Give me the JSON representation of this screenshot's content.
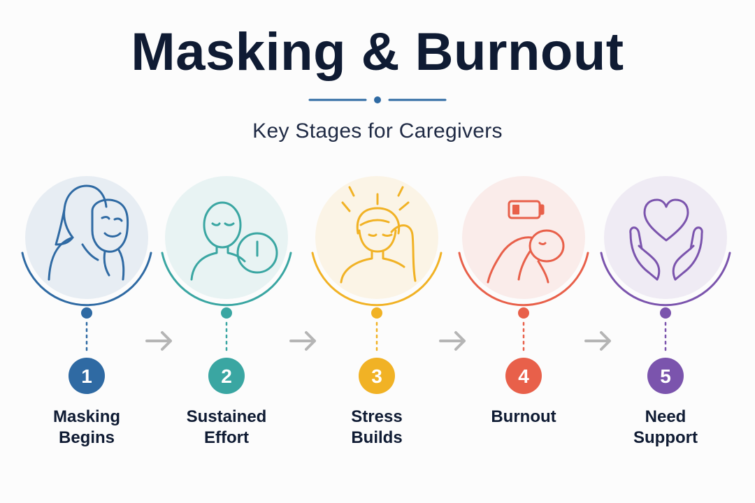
{
  "header": {
    "title": "Masking & Burnout",
    "subtitle": "Key Stages for Caregivers"
  },
  "stages": [
    {
      "number": "1",
      "label_line1": "Masking",
      "label_line2": "Begins",
      "color": "#2f6aa3",
      "icon": "person-with-mask-icon"
    },
    {
      "number": "2",
      "label_line1": "Sustained",
      "label_line2": "Effort",
      "color": "#3aa6a2",
      "icon": "person-with-clock-icon"
    },
    {
      "number": "3",
      "label_line1": "Stress",
      "label_line2": "Builds",
      "color": "#f1b225",
      "icon": "stressed-person-icon"
    },
    {
      "number": "4",
      "label_line1": "Burnout",
      "label_line2": "",
      "color": "#e8604a",
      "icon": "low-battery-slumped-person-icon"
    },
    {
      "number": "5",
      "label_line1": "Need",
      "label_line2": "Support",
      "color": "#7b54ad",
      "icon": "hands-holding-heart-icon"
    }
  ],
  "colors": {
    "title": "#0f1b33",
    "divider": "#2f6aa3",
    "arrow": "#b5b5b5"
  }
}
